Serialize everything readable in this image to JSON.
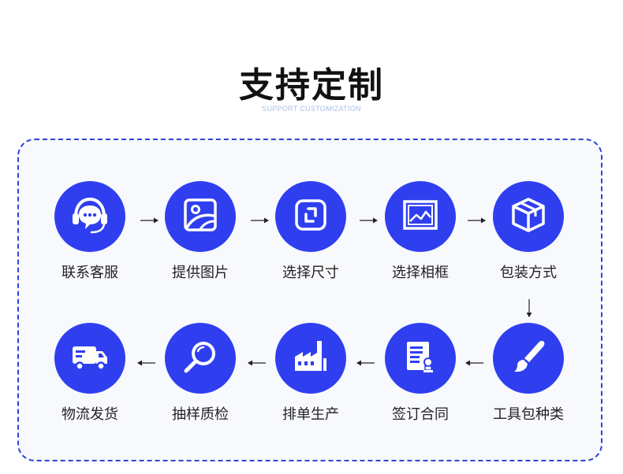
{
  "header": {
    "title": "支持定制",
    "subtitle": "SUPPORT CUSTOMIZATION"
  },
  "steps": [
    {
      "label": "联系客服",
      "icon": "customer-service-headset-icon"
    },
    {
      "label": "提供图片",
      "icon": "image-icon"
    },
    {
      "label": "选择尺寸",
      "icon": "resize-icon"
    },
    {
      "label": "选择相框",
      "icon": "picture-frame-icon"
    },
    {
      "label": "包装方式",
      "icon": "package-box-icon"
    },
    {
      "label": "工具包种类",
      "icon": "paint-brush-icon"
    },
    {
      "label": "签订合同",
      "icon": "contract-document-icon"
    },
    {
      "label": "排单生产",
      "icon": "factory-icon"
    },
    {
      "label": "抽样质检",
      "icon": "magnifier-icon"
    },
    {
      "label": "物流发货",
      "icon": "delivery-truck-icon"
    }
  ],
  "colors": {
    "accent": "#2f3ff0",
    "border": "#2b46d8",
    "panel_bg": "#f7f9fd",
    "subtitle": "#a9bfe6"
  }
}
